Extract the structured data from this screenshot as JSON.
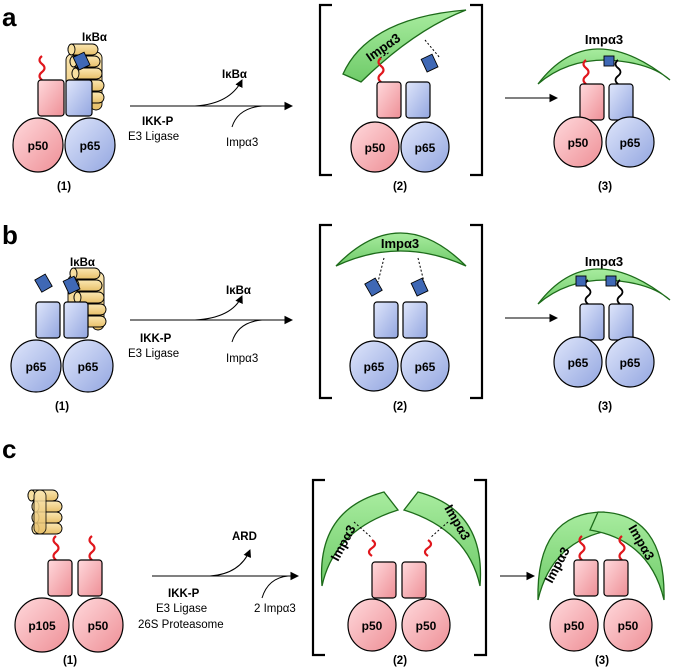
{
  "panels": [
    {
      "letter": "a",
      "labels": {
        "ikba": "IκBα",
        "imp": "Impα3",
        "kinase": "IKK-P",
        "ligase": "E3 Ligase",
        "releasedIkba": "IκBα",
        "impIn": "Impα3",
        "s1": "(1)",
        "s2": "(2)",
        "s3": "(3)",
        "p50": "p50",
        "p65": "p65"
      }
    },
    {
      "letter": "b",
      "labels": {
        "ikba": "IκBα",
        "imp": "Impα3",
        "kinase": "IKK-P",
        "ligase": "E3 Ligase",
        "releasedIkba": "IκBα",
        "impIn": "Impα3",
        "s1": "(1)",
        "s2": "(2)",
        "s3": "(3)",
        "p65": "p65"
      }
    },
    {
      "letter": "c",
      "labels": {
        "imp": "Impα3",
        "kinase": "IKK-P",
        "ligase": "E3 Ligase",
        "proteasome": "26S Proteasome",
        "released": "ARD",
        "impIn": "2 Impα3",
        "s1": "(1)",
        "s2": "(2)",
        "s3": "(3)",
        "p105": "p105",
        "p50": "p50"
      }
    }
  ],
  "colors": {
    "pink": "#f5aeb3",
    "blue": "#b7c3ec",
    "green": "#8fd98a",
    "greenStroke": "#1d6b1a",
    "yellow": "#f4d68c",
    "nls": "#3f68b5",
    "red": "#e0161c"
  }
}
